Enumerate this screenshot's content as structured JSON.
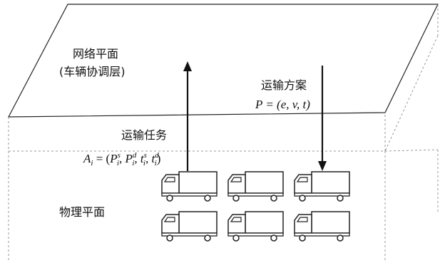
{
  "network_plane": {
    "title": "网络平面",
    "subtitle": "(车辆协调层)"
  },
  "transport_plan": {
    "label": "运输方案",
    "formula": "P = (e, v, t)"
  },
  "transport_task": {
    "label": "运输任务",
    "formula_parts": {
      "lhs": "A",
      "lhs_sub": "i",
      "eq": " = (",
      "p": "P",
      "p_sub": "i",
      "s": "s",
      "d": "d",
      "t": "t",
      "comma": ", ",
      "close": ")"
    }
  },
  "physical_plane": {
    "title": "物理平面"
  },
  "trucks": {
    "rows": 2,
    "per_row": 3
  },
  "colors": {
    "line": "#222222",
    "dashed": "#555555",
    "background": "#ffffff"
  }
}
